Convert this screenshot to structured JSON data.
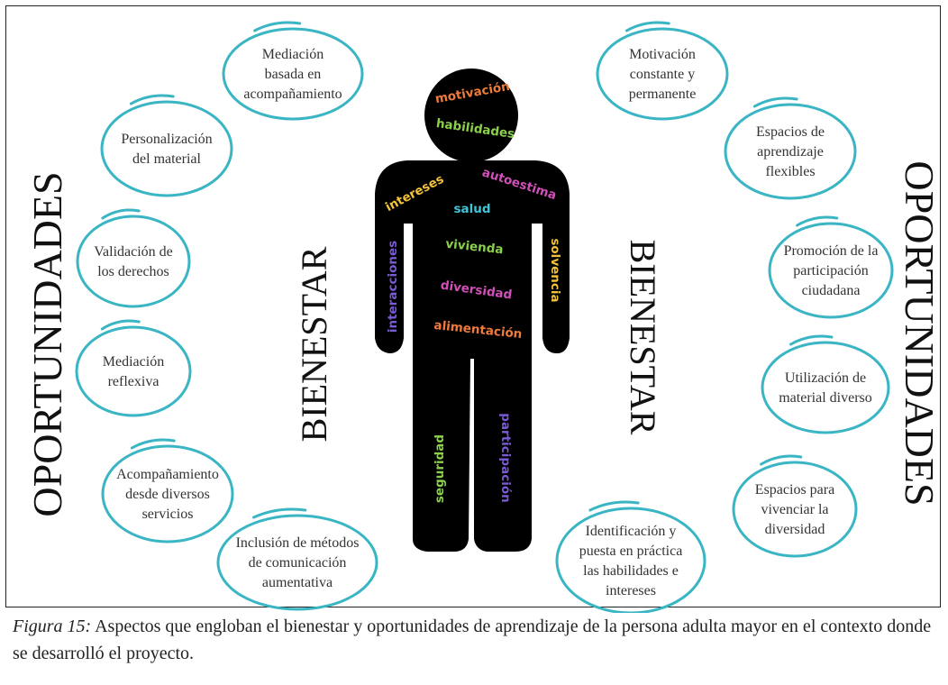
{
  "left_side": {
    "outer_label": "OPORTUNIDADES",
    "inner_label": "BIENESTAR",
    "bubbles": [
      {
        "lines": [
          "Mediación",
          "basada en",
          "acompañamiento"
        ]
      },
      {
        "lines": [
          "Personalización",
          "del material"
        ]
      },
      {
        "lines": [
          "Validación de",
          "los derechos"
        ]
      },
      {
        "lines": [
          "Mediación",
          "reflexiva"
        ]
      },
      {
        "lines": [
          "Acompañamiento",
          "desde diversos",
          "servicios"
        ]
      },
      {
        "lines": [
          "Inclusión de métodos",
          "de comunicación",
          "aumentativa"
        ]
      }
    ]
  },
  "right_side": {
    "outer_label": "OPORTUNIDADES",
    "inner_label": "BIENESTAR",
    "bubbles": [
      {
        "lines": [
          "Motivación",
          "constante y",
          "permanente"
        ]
      },
      {
        "lines": [
          "Espacios de",
          "aprendizaje",
          "flexibles"
        ]
      },
      {
        "lines": [
          "Promoción de la",
          "participación",
          "ciudadana"
        ]
      },
      {
        "lines": [
          "Utilización de",
          "material diverso"
        ]
      },
      {
        "lines": [
          "Espacios para",
          "vivenciar la",
          "diversidad"
        ]
      },
      {
        "lines": [
          "Identificación y",
          "puesta en práctica",
          "las habilidades e",
          "intereses"
        ]
      }
    ]
  },
  "figure_words": [
    {
      "text": "motivación",
      "color": "#f07a3a"
    },
    {
      "text": "habilidades",
      "color": "#8bd04a"
    },
    {
      "text": "intereses",
      "color": "#f2c23a"
    },
    {
      "text": "autoestima",
      "color": "#d04fb8"
    },
    {
      "text": "salud",
      "color": "#3fc5d6"
    },
    {
      "text": "vivienda",
      "color": "#8bd04a"
    },
    {
      "text": "interacciones",
      "color": "#7a5ad6"
    },
    {
      "text": "solvencia",
      "color": "#f2c23a"
    },
    {
      "text": "diversidad",
      "color": "#d04fb8"
    },
    {
      "text": "alimentación",
      "color": "#f07a3a"
    },
    {
      "text": "seguridad",
      "color": "#8bd04a"
    },
    {
      "text": "participación",
      "color": "#7a5ad6"
    }
  ],
  "colors": {
    "bubble_stroke": "#3ab5c4",
    "figure": "#000000"
  },
  "caption": {
    "figure_label": "Figura 15:",
    "text": " Aspectos que engloban el  bienestar y oportunidades de aprendizaje de la persona adulta mayor en el contexto donde se desarrolló el proyecto."
  }
}
